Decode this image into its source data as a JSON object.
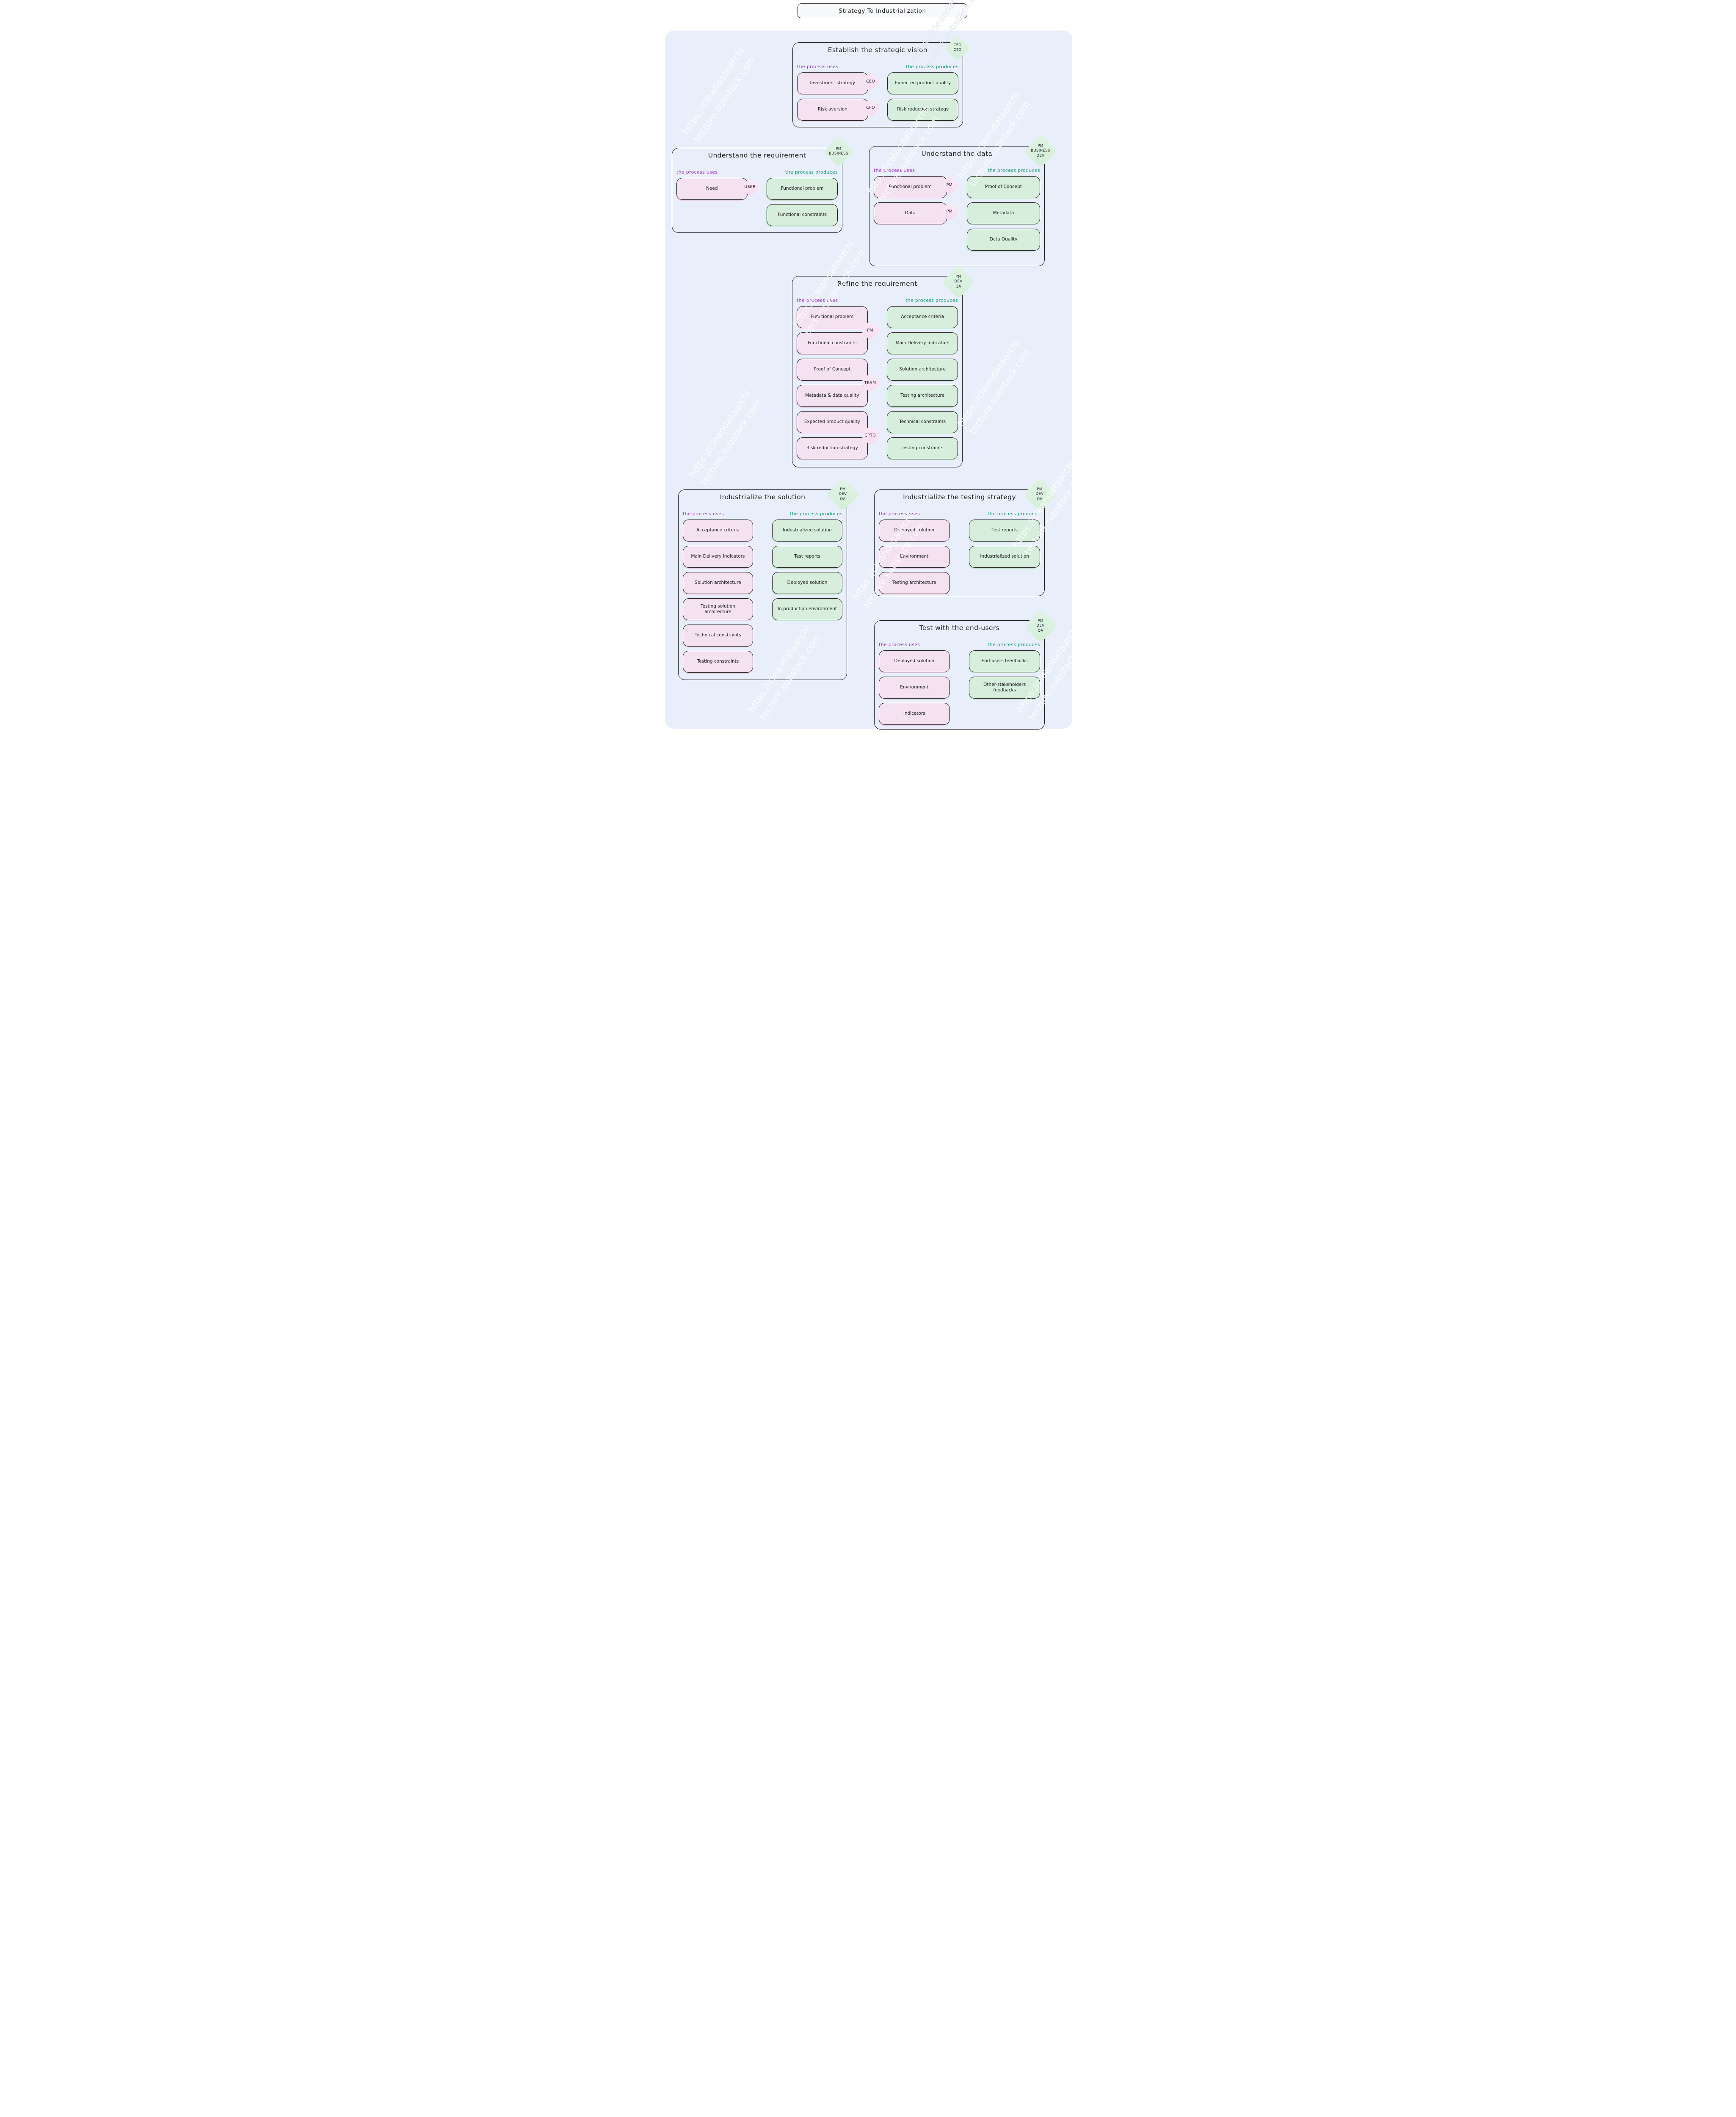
{
  "page_title": "Strategy To Industrialization",
  "column_labels": {
    "uses": "the process uses",
    "produces": "the process produces"
  },
  "watermark": "https://cleandataarchitecture.substack.com",
  "colors": {
    "board_background": "#e9eefb",
    "uses_label": "#9c30b4",
    "produces_label": "#12996b",
    "uses_box_fill": "#f4e2f0",
    "produces_box_fill": "#d6eedb",
    "role_diamond_fill": "#d8f0dc",
    "tag_diamond_fill": "#f8e2f3"
  },
  "processes": [
    {
      "title": "Establish the strategic vision",
      "roles": [
        "CPO",
        "CTO"
      ],
      "uses": [
        {
          "label": "Investment strategy",
          "tag": "CEO"
        },
        {
          "label": "Risk aversion",
          "tag": "CFO"
        }
      ],
      "produces": [
        "Expected product quality",
        "Risk reduction strategy"
      ]
    },
    {
      "title": "Understand the requirement",
      "roles": [
        "PM",
        "BUSINESS"
      ],
      "uses": [
        {
          "label": "Need",
          "tag": "USER"
        }
      ],
      "produces": [
        "Functional problem",
        "Functional constraints"
      ]
    },
    {
      "title": "Understand the data",
      "roles": [
        "PM",
        "BUSINESS",
        "DEV"
      ],
      "uses": [
        {
          "label": "Functional problem",
          "tag": "PM"
        },
        {
          "label": "Data",
          "tag": "PM"
        }
      ],
      "produces": [
        "Proof of Concept",
        "Metadata",
        "Data Quality"
      ]
    },
    {
      "title": "Refine the requirement",
      "roles": [
        "PM",
        "DEV",
        "QA"
      ],
      "uses": [
        {
          "label": "Functional problem"
        },
        {
          "label": "Functional constraints"
        },
        {
          "label": "Proof of Concept"
        },
        {
          "label": "Metadata & data quality"
        },
        {
          "label": "Expected product quality"
        },
        {
          "label": "Risk reduction strategy"
        }
      ],
      "pair_tags": [
        "PM",
        "TEAM",
        "CPTO"
      ],
      "produces": [
        "Acceptance criteria",
        "Main Delivery Indicators",
        "Solution architecture",
        "Testing architecture",
        "Technical constraints",
        "Testing constraints"
      ]
    },
    {
      "title": "Industrialize the solution",
      "roles": [
        "PM",
        "DEV",
        "QA"
      ],
      "uses": [
        {
          "label": "Acceptance criteria"
        },
        {
          "label": "Main Delivery Indicators"
        },
        {
          "label": "Solution architecture"
        },
        {
          "label": "Testing solution architecture"
        },
        {
          "label": "Technical constraints"
        },
        {
          "label": "Testing constraints"
        }
      ],
      "produces": [
        "Industrialized solution",
        "Test reports",
        "Deployed solution",
        "In production environment"
      ]
    },
    {
      "title": "Industrialize the testing strategy",
      "roles": [
        "PM",
        "DEV",
        "QA"
      ],
      "uses": [
        {
          "label": "Deployed solution"
        },
        {
          "label": "Environment"
        },
        {
          "label": "Testing architecture"
        }
      ],
      "produces": [
        "Test reports",
        "Industrialized solution"
      ]
    },
    {
      "title": "Test with the end-users",
      "roles": [
        "PM",
        "DEV",
        "QA"
      ],
      "uses": [
        {
          "label": "Deployed solution"
        },
        {
          "label": "Environment"
        },
        {
          "label": "Indicators"
        }
      ],
      "produces": [
        "End-users feedbacks",
        "Other-stakeholders feedbacks"
      ]
    }
  ]
}
